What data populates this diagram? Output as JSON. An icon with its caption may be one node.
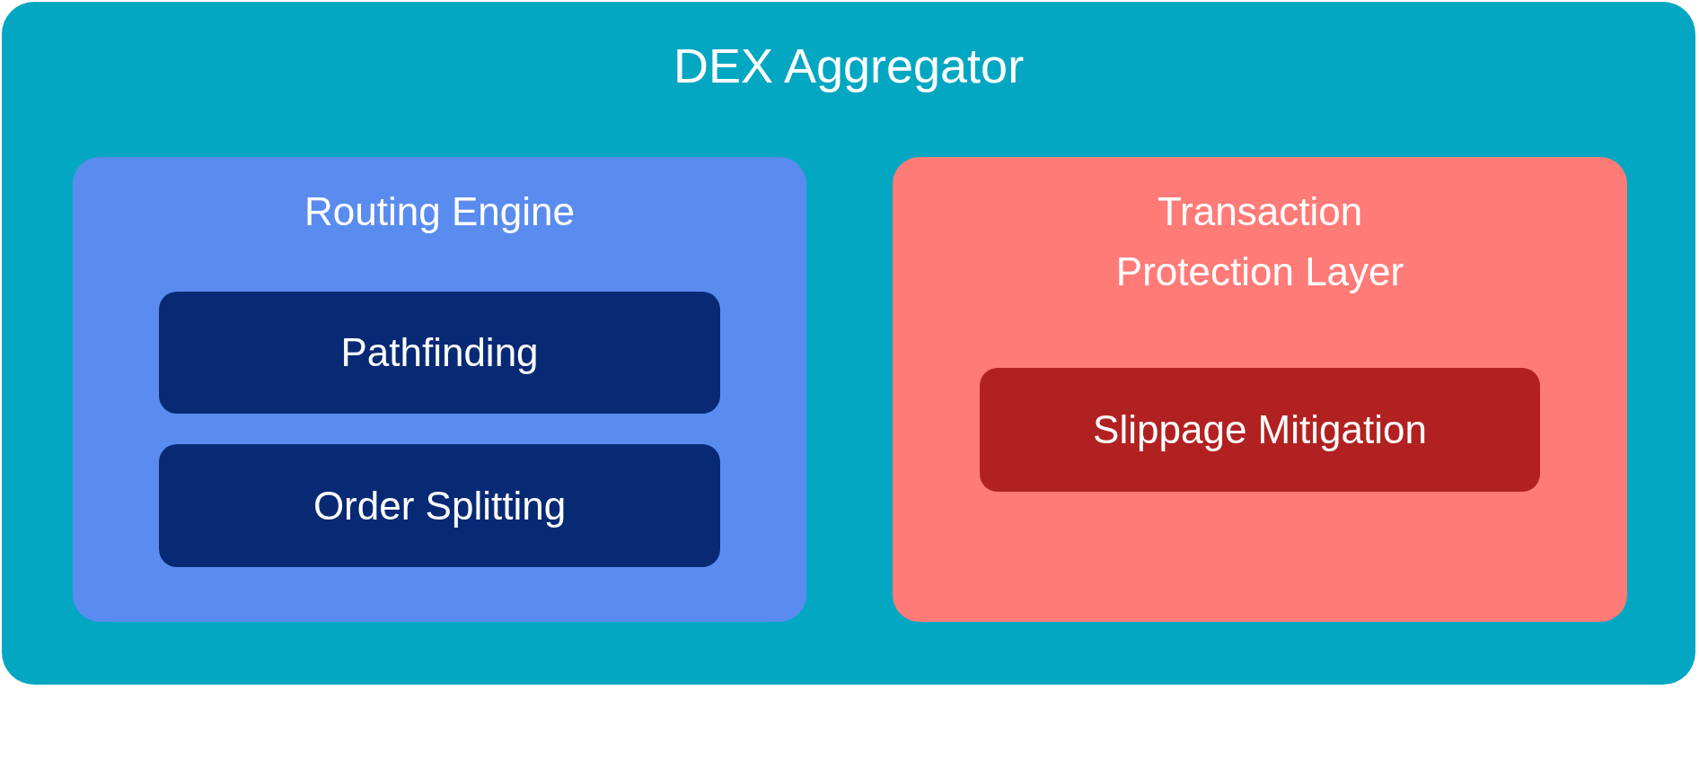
{
  "diagram": {
    "nodes": [
      {
        "text": [
          "DEX Aggregator"
        ]
      },
      {
        "text": [
          "Routing Engine"
        ],
        "in": 0
      },
      {
        "text": [
          "Pathfinding"
        ],
        "in": 1
      },
      {
        "text": [
          "Order Splitting"
        ],
        "in": 1
      },
      {
        "text": [
          "Transaction Protection Layer"
        ],
        "in": 0
      },
      {
        "text": [
          "Slippage Mitigation"
        ],
        "in": 4
      }
    ]
  }
}
